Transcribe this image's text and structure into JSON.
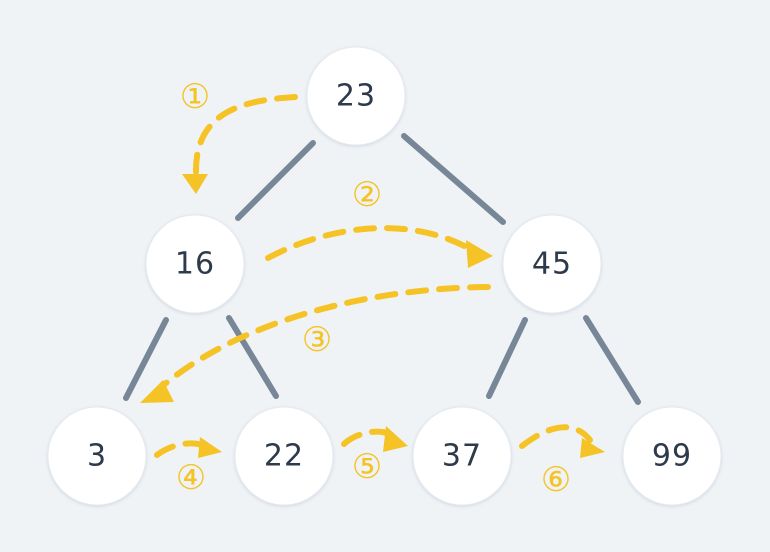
{
  "colors": {
    "background": "#eff3f6",
    "node_fill": "#ffffff",
    "node_text": "#2d3a4a",
    "edge": "#778797",
    "traversal": "#f5c325"
  },
  "nodes": [
    {
      "id": "n23",
      "label": "23"
    },
    {
      "id": "n16",
      "label": "16"
    },
    {
      "id": "n45",
      "label": "45"
    },
    {
      "id": "n3",
      "label": "3"
    },
    {
      "id": "n22",
      "label": "22"
    },
    {
      "id": "n37",
      "label": "37"
    },
    {
      "id": "n99",
      "label": "99"
    }
  ],
  "edges": [
    {
      "from": "23",
      "to": "16"
    },
    {
      "from": "23",
      "to": "45"
    },
    {
      "from": "16",
      "to": "3"
    },
    {
      "from": "16",
      "to": "22"
    },
    {
      "from": "45",
      "to": "37"
    },
    {
      "from": "45",
      "to": "99"
    }
  ],
  "traversal_steps": [
    {
      "step": "①",
      "from": "23",
      "to": "16"
    },
    {
      "step": "②",
      "from": "16",
      "to": "45"
    },
    {
      "step": "③",
      "from": "45",
      "to": "3"
    },
    {
      "step": "④",
      "from": "3",
      "to": "22"
    },
    {
      "step": "⑤",
      "from": "22",
      "to": "37"
    },
    {
      "step": "⑥",
      "from": "37",
      "to": "99"
    }
  ]
}
